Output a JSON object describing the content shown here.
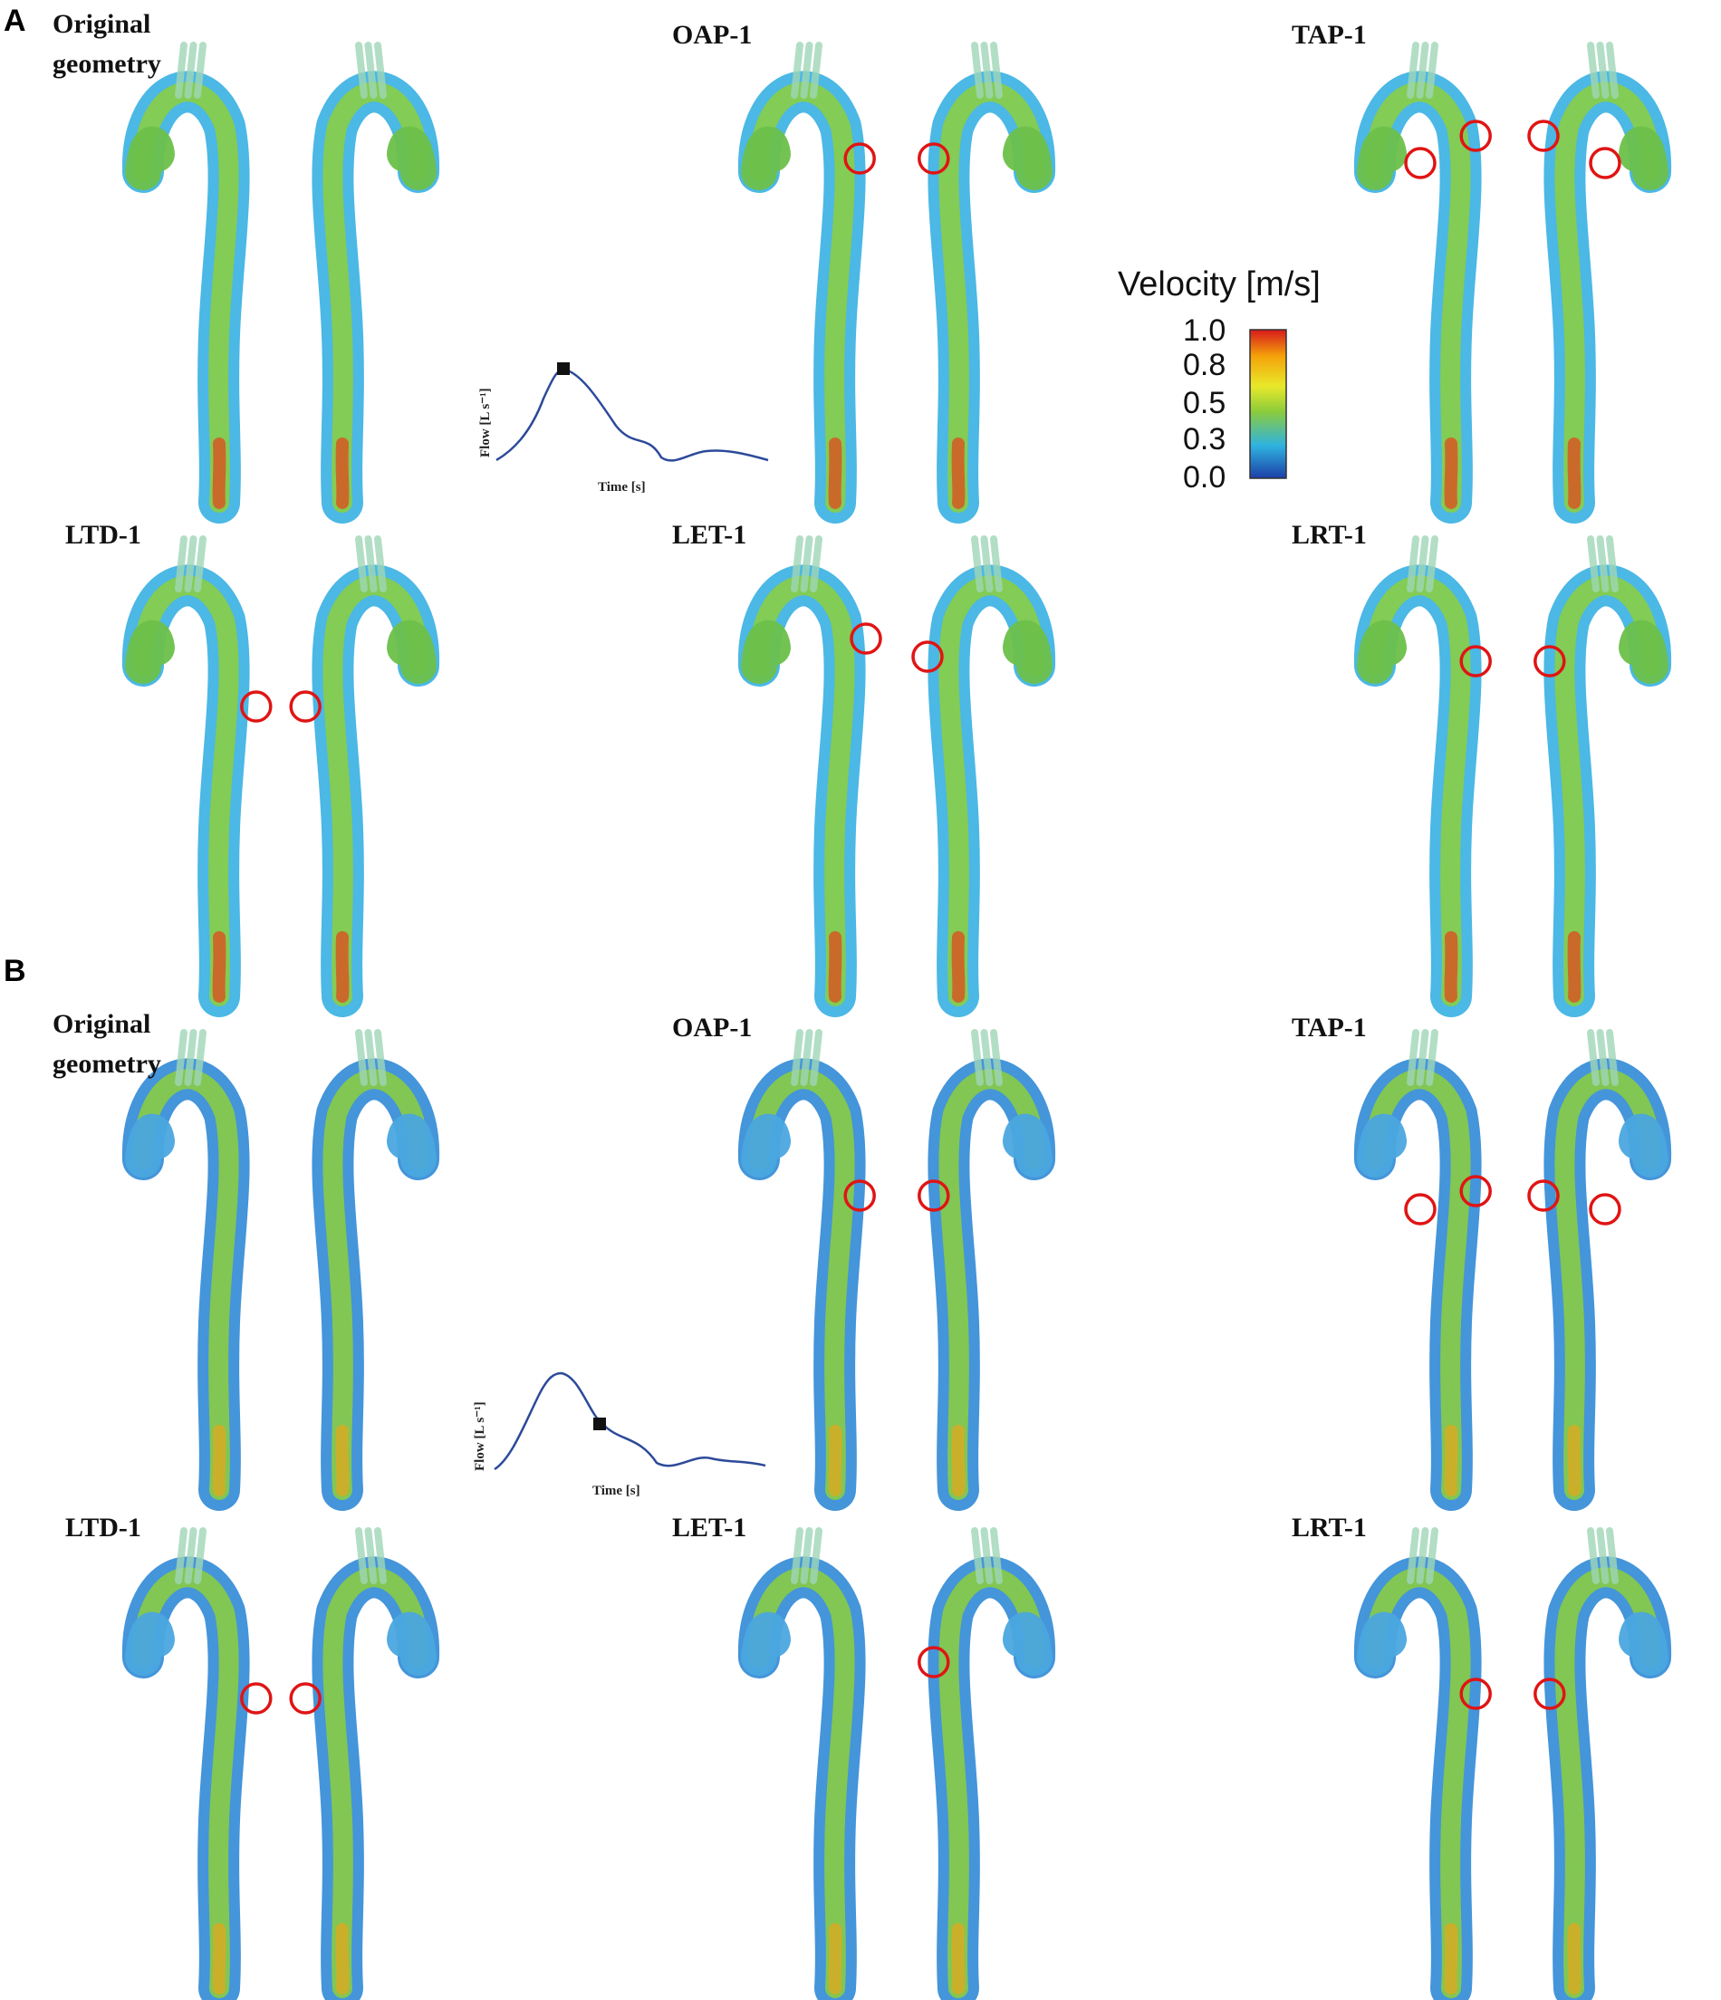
{
  "panels": [
    {
      "letter": "A",
      "inset": {
        "ylabel": "Flow [L s⁻¹]",
        "xlabel": "Time [s]",
        "marker_phase": "peak systole"
      },
      "cases": [
        {
          "label": "Original geometry",
          "markers": []
        },
        {
          "label": "OAP-1",
          "markers": [
            [
              0.62,
              0.23
            ],
            [
              0.38,
              0.23
            ]
          ]
        },
        {
          "label": "TAP-1",
          "markers": [
            [
              0.6,
              0.18
            ],
            [
              0.8,
              0.24
            ],
            [
              0.2,
              0.24
            ],
            [
              0.38,
              0.18
            ]
          ]
        },
        {
          "label": "LTD-1",
          "markers": [
            [
              0.58,
              0.35
            ],
            [
              0.42,
              0.35
            ]
          ]
        },
        {
          "label": "LET-1",
          "markers": [
            [
              0.4,
              0.2
            ],
            [
              0.6,
              0.24
            ]
          ]
        },
        {
          "label": "LRT-1",
          "markers": [
            [
              0.62,
              0.25
            ],
            [
              0.38,
              0.25
            ]
          ]
        }
      ]
    },
    {
      "letter": "B",
      "inset": {
        "ylabel": "Flow [L s⁻¹]",
        "xlabel": "Time [s]",
        "marker_phase": "deceleration"
      },
      "cases": [
        {
          "label": "Original geometry",
          "markers": []
        },
        {
          "label": "OAP-1",
          "markers": [
            [
              0.62,
              0.34
            ],
            [
              0.38,
              0.34
            ]
          ]
        },
        {
          "label": "TAP-1",
          "markers": [
            [
              0.6,
              0.34
            ],
            [
              0.8,
              0.37
            ],
            [
              0.2,
              0.37
            ],
            [
              0.38,
              0.33
            ]
          ]
        },
        {
          "label": "LTD-1",
          "markers": [
            [
              0.58,
              0.35
            ],
            [
              0.42,
              0.35
            ]
          ]
        },
        {
          "label": "LET-1",
          "markers": [
            [
              0.62,
              0.27
            ]
          ]
        },
        {
          "label": "LRT-1",
          "markers": [
            [
              0.62,
              0.34
            ],
            [
              0.38,
              0.34
            ]
          ]
        }
      ]
    }
  ],
  "legend": {
    "title": "Velocity [m/s]",
    "ticks": [
      "1.0",
      "0.8",
      "0.5",
      "0.3",
      "0.0"
    ],
    "colors": [
      "#d7191c",
      "#f5a30a",
      "#e8e82a",
      "#8ccc3a",
      "#2fb3e0",
      "#1c3fa8"
    ]
  }
}
